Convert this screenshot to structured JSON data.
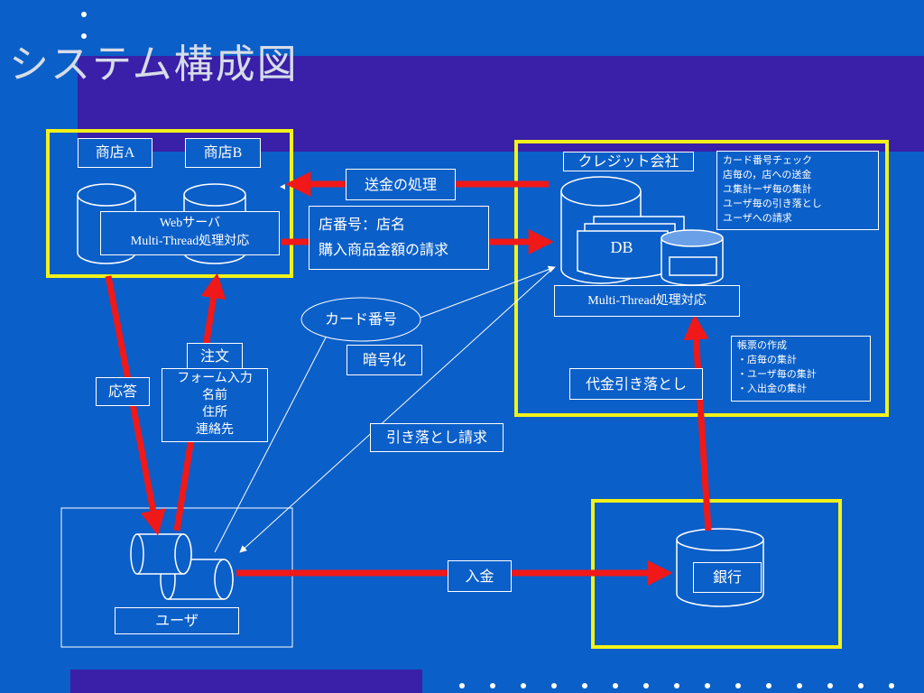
{
  "title": "システム構成図",
  "shops": {
    "a": "商店A",
    "b": "商店B",
    "web_server": "Webサーバ\nMulti-Thread処理対応"
  },
  "credit": {
    "company": "クレジット会社",
    "db": "DB",
    "multi_thread": "Multi-Thread処理対応",
    "debit": "代金引き落とし",
    "checks": "カード番号チェック\n店毎の，店への送金\nユ集計ーザ毎の集計\nユーザ毎の引き落とし\nユーザへの請求",
    "reports": "帳票の作成\n・店毎の集計\n・ユーザ毎の集計\n・入出金の集計"
  },
  "messages": {
    "remittance": "送金の処理",
    "request": "店番号：店名\n購入商品金額の請求",
    "card_number": "カード番号",
    "encrypt": "暗号化",
    "order": "注文",
    "form": "フォーム入力\n名前\n住所\n連絡先",
    "response": "応答",
    "debit_request": "引き落とし請求",
    "deposit": "入金"
  },
  "user": "ユーザ",
  "bank": "銀行",
  "colors": {
    "background": "#0b5fc8",
    "accent_band": "#3a1fa8",
    "frame": "#f2f21a",
    "arrow": "#f01818",
    "line": "#ffffff"
  }
}
